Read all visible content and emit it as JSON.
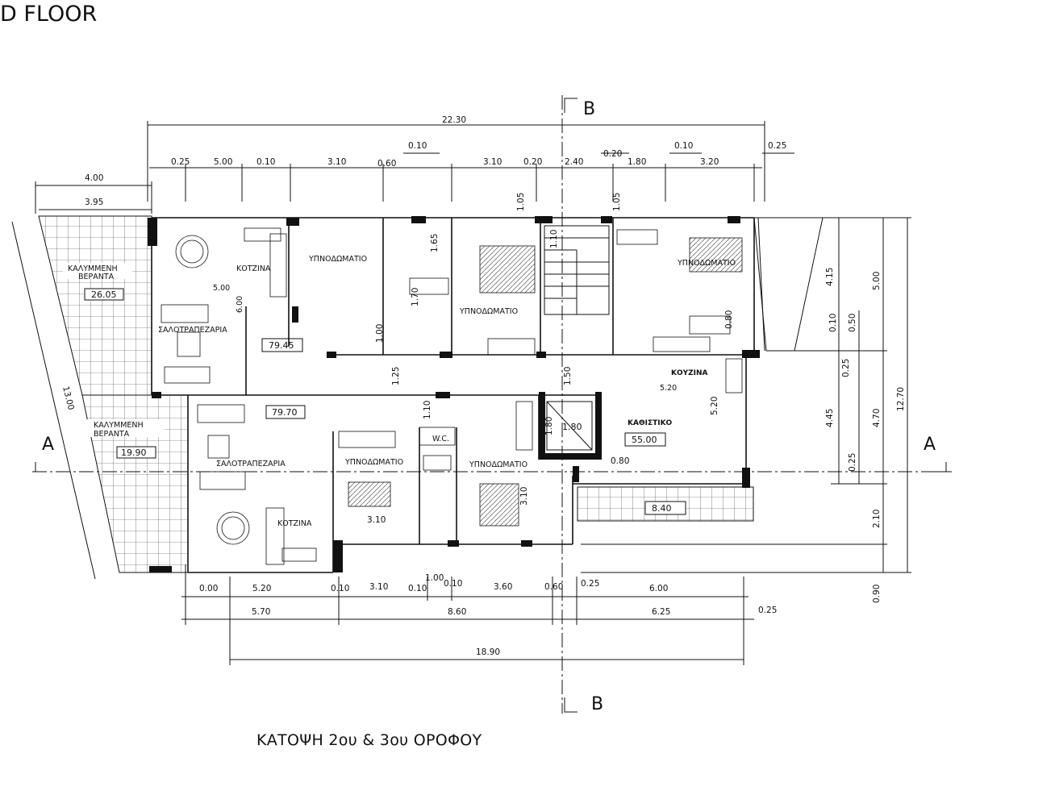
{
  "header": {
    "title": "D FLOOR"
  },
  "caption": "ΚΑΤΟΨΗ 2ου & 3ου ΟΡΟΦΟΥ",
  "section_marks": {
    "a": "A",
    "b": "B"
  },
  "top_dims": {
    "overall": "22.30",
    "row": [
      "0.25",
      "5.00",
      "0.10",
      "3.10",
      "0.60",
      "3.10",
      "0.20",
      "2.40",
      "1.80",
      "3.20"
    ],
    "upper": [
      "0.10",
      "0.20",
      "0.10",
      "0.25"
    ]
  },
  "left_dims": {
    "d1": "4.00",
    "d2": "3.95",
    "diag": "13.00"
  },
  "right_dims": [
    "4.15",
    "5.00",
    "0.10",
    "0.50",
    "0.25",
    "12.70",
    "4.45",
    "4.70",
    "0.25",
    "2.10",
    "0.90"
  ],
  "bottom_dims": {
    "row1": [
      "0.00",
      "5.20",
      "0.10",
      "3.10",
      "0.10",
      "1.00",
      "0.10",
      "3.60",
      "0.60",
      "0.25",
      "6.00"
    ],
    "row2": [
      "5.70",
      "8.60",
      "6.25",
      "0.25"
    ],
    "overall": "18.90"
  },
  "rooms": {
    "veranda_top_line1": "ΚΑΛΥΜΜΕΝΗ",
    "veranda_top_line2": "ΒΕΡΑΝΤΑ",
    "veranda_top_area": "26.05",
    "veranda_bot_line1": "ΚΑΛΥΜΜΕΝΗ",
    "veranda_bot_line2": "ΒΕΡΑΝΤΑ",
    "veranda_bot_area": "19.90",
    "kitchen_tl": "ΚΟΤΖΙΝΑ",
    "kitchen_tl_dim": "5.00",
    "living_tl": "ΣΑΛΟΤΡΑΠΕΖΑΡΙΑ",
    "living_tl_dim": "6.00",
    "apt_tl_area": "79.45",
    "bedroom_1": "ΥΠΝΟΔΩΜΑΤΙΟ",
    "bedroom_2": "ΥΠΝΟΔΩΜΑΤΙΟ",
    "bedroom_3": "ΥΠΝΟΔΩΜΑΤΙΟ",
    "kitchen_r": "ΚΟΥΖΙΝΑ",
    "kitchen_r_dim": "5.20",
    "living_r": "ΚΑΘΙΣΤΙΚΟ",
    "living_r_area": "55.00",
    "apt_bl_area": "79.70",
    "living_bl": "ΣΑΛΟΤΡΑΠΕΖΑΡΙΑ",
    "kitchen_bl": "ΚΟΤΖΙΝΑ",
    "bedroom_4": "ΥΠΝΟΔΩΜΑΤΙΟ",
    "bedroom_5": "ΥΠΝΟΔΩΜΑΤΙΟ",
    "wc": "W.C.",
    "lift": "1.80",
    "balcony_area": "8.40"
  },
  "inner_dims": [
    "1.00",
    "1.25",
    "1.50",
    "1.10",
    "1.80",
    "0.80",
    "5.20",
    "3.10",
    "3.10",
    "1.70",
    "1.65",
    "1.10",
    "1.05",
    "1.05",
    "0.80"
  ]
}
